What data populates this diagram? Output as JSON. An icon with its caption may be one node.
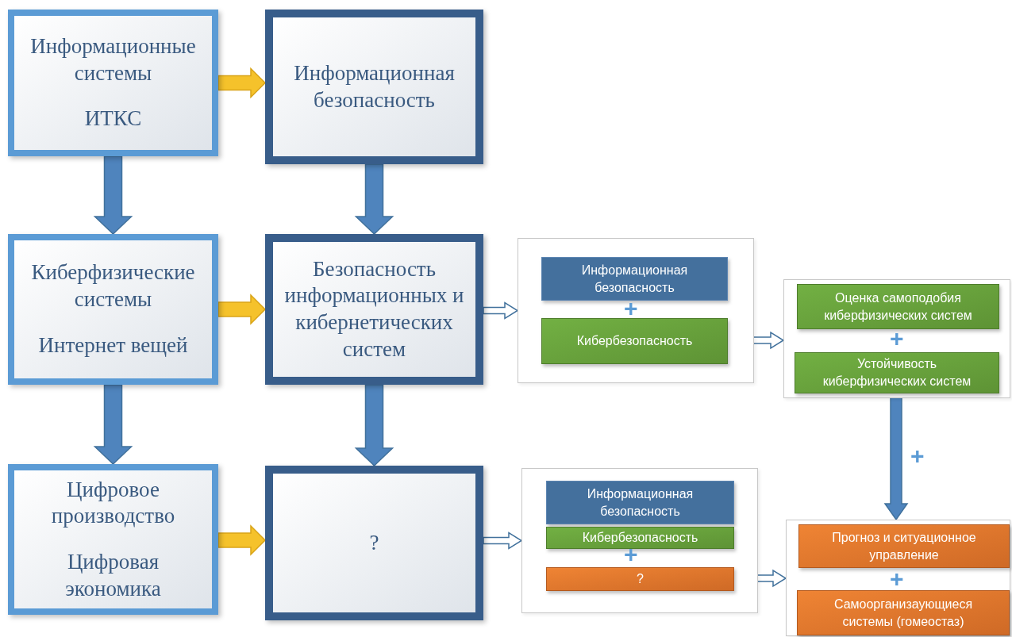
{
  "diagram": {
    "nodes": [
      {
        "text": [
          "Информационные системы",
          "ИТКС"
        ]
      },
      {
        "text": [
          "Информационная безопасность"
        ]
      },
      {
        "text": [
          "Киберфизические системы",
          "Интернет вещей"
        ]
      },
      {
        "text": [
          "Безопасность информационных и кибернетических систем"
        ]
      },
      {
        "text": [
          "Цифровое производство",
          "Цифровая экономика"
        ]
      },
      {
        "text": [
          "?"
        ]
      },
      {
        "text": [],
        "shape": "box"
      },
      {
        "text": [
          "Информационная безопасность"
        ],
        "in": 6
      },
      {
        "text": [
          "Кибербезопасность"
        ],
        "in": 6
      },
      {
        "text": [],
        "shape": "box"
      },
      {
        "text": [
          "Оценка самоподобия киберфизических систем"
        ],
        "in": 9
      },
      {
        "text": [
          "Устойчивость киберфизических систем"
        ],
        "in": 9
      },
      {
        "text": [],
        "shape": "box"
      },
      {
        "text": [
          "Информационная безопасность"
        ],
        "in": 12
      },
      {
        "text": [
          "Кибербезопасность"
        ],
        "in": 12
      },
      {
        "text": [
          "?"
        ],
        "in": 12
      },
      {
        "text": [],
        "shape": "box"
      },
      {
        "text": [
          "Прогноз и ситуационное управление"
        ],
        "in": 16
      },
      {
        "text": [
          "Самоорганизаующиеся системы (гомеостаз)"
        ],
        "in": 16
      }
    ],
    "edges": [
      {
        "from": 0,
        "to": 1,
        "arrow": "to",
        "color": "#f5c22b"
      },
      {
        "from": 2,
        "to": 3,
        "arrow": "to",
        "color": "#f5c22b"
      },
      {
        "from": 4,
        "to": 5,
        "arrow": "to",
        "color": "#f5c22b"
      },
      {
        "from": 0,
        "to": 2,
        "arrow": "to"
      },
      {
        "from": 1,
        "to": 3,
        "arrow": "to"
      },
      {
        "from": 2,
        "to": 4,
        "arrow": "to"
      },
      {
        "from": 3,
        "to": 5,
        "arrow": "to"
      },
      {
        "from": 3,
        "to": 6,
        "arrow": "to",
        "color": "#ffffff"
      },
      {
        "from": 8,
        "to": 9,
        "arrow": "to",
        "color": "#ffffff"
      },
      {
        "from": 5,
        "to": 12,
        "arrow": "to",
        "color": "#ffffff"
      },
      {
        "from": 15,
        "to": 16,
        "arrow": "to",
        "color": "#ffffff"
      },
      {
        "from": 11,
        "to": 16,
        "arrow": "to",
        "label": "+"
      }
    ],
    "labels": [
      "+",
      "+",
      "+",
      "+"
    ]
  }
}
